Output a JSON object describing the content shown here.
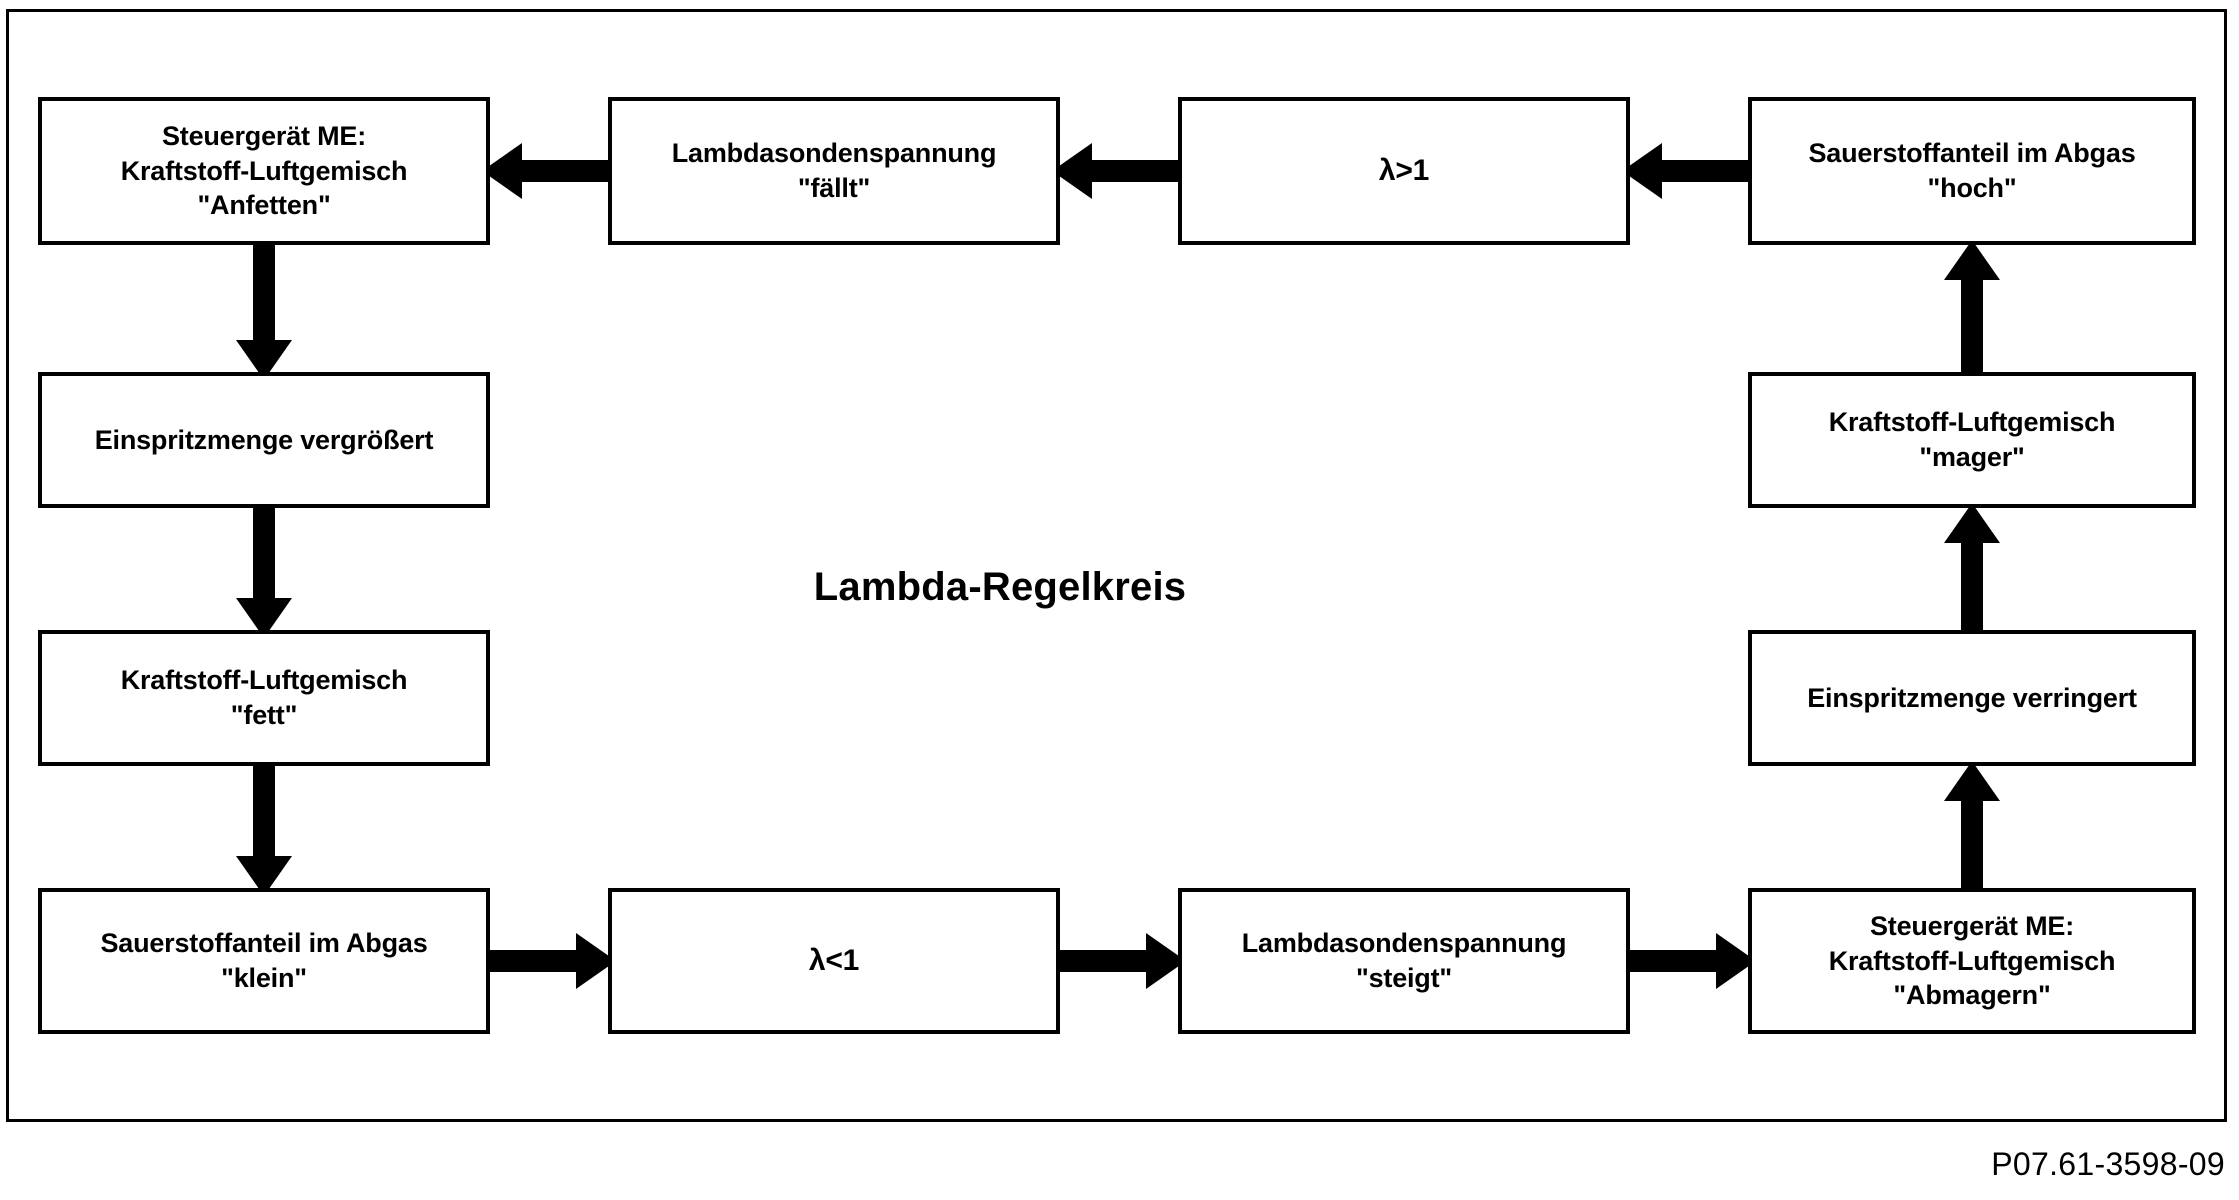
{
  "diagram": {
    "title": "Lambda-Regelkreis",
    "caption": "P07.61-3598-09",
    "ink_color": "#000000",
    "background_color": "#ffffff",
    "nodes": [
      {
        "id": "ecu-enrich",
        "lines": [
          "Steuergerät ME:",
          "Kraftstoff-Luftgemisch",
          "\"Anfetten\""
        ],
        "line1": "Steuergerät ME:",
        "line2": "Kraftstoff-Luftgemisch",
        "line3": "\"Anfetten\""
      },
      {
        "id": "sensor-voltage-falls",
        "line1": "Lambdasondenspannung",
        "line2": "\"fällt\""
      },
      {
        "id": "lambda-greater-one",
        "line1": "λ>1"
      },
      {
        "id": "oxygen-high",
        "line1": "Sauerstoffanteil im Abgas",
        "line2": "\"hoch\""
      },
      {
        "id": "injection-increased",
        "line1": "Einspritzmenge vergrößert"
      },
      {
        "id": "mixture-rich",
        "line1": "Kraftstoff-Luftgemisch",
        "line2": "\"fett\""
      },
      {
        "id": "oxygen-low",
        "line1": "Sauerstoffanteil im Abgas",
        "line2": "\"klein\""
      },
      {
        "id": "lambda-less-one",
        "line1": "λ<1"
      },
      {
        "id": "sensor-voltage-rises",
        "line1": "Lambdasondenspannung",
        "line2": "\"steigt\""
      },
      {
        "id": "ecu-lean",
        "line1": "Steuergerät ME:",
        "line2": "Kraftstoff-Luftgemisch",
        "line3": "\"Abmagern\""
      },
      {
        "id": "injection-reduced",
        "line1": "Einspritzmenge verringert"
      },
      {
        "id": "mixture-lean",
        "line1": "Kraftstoff-Luftgemisch",
        "line2": "\"mager\""
      }
    ]
  }
}
